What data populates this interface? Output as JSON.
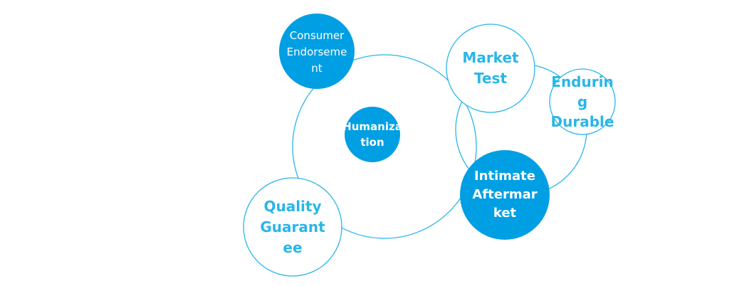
{
  "colors": {
    "fill_blue": "#009fe3",
    "stroke_blue": "#29b6e8",
    "text_blue": "#29b6e8",
    "white": "#ffffff"
  },
  "nodes": {
    "consumer_endorsement": {
      "label": "Consumer\nEndorseme\nnt"
    },
    "market_test": {
      "label": "Market\nTest"
    },
    "enduring_durable": {
      "label": "Endurin\ng\nDurable"
    },
    "humanization": {
      "label": "Humaniza\ntion"
    },
    "intimate_aftermarket": {
      "label": "Intimate\nAftermar\nket"
    },
    "quality_guarantee": {
      "label": "Quality\nGuarant\nee"
    }
  }
}
